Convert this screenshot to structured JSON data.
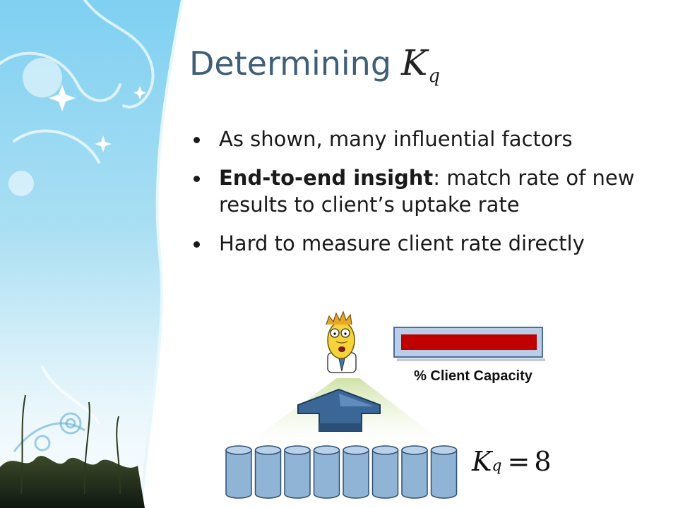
{
  "title": {
    "text": "Determining",
    "math_symbol": "K",
    "math_subscript": "q"
  },
  "bullets": [
    {
      "text": "As shown, many influential factors"
    },
    {
      "bold": "End-to-end insight",
      "text": ": match rate of new results to client’s uptake rate"
    },
    {
      "text": "Hard to measure client rate directly"
    }
  ],
  "figure": {
    "capacity_label": "% Client Capacity",
    "capacity_fraction": 1.0,
    "capacity_color": "#c00000",
    "kq_symbol": "K",
    "kq_subscript": "q",
    "kq_equals": "=",
    "kq_value": "8",
    "server_count": 8,
    "icons": [
      "scientist-icon",
      "arrow-up-icon",
      "database-icon"
    ]
  },
  "colors": {
    "title": "#3f5f78",
    "panel_sky": "#7ccbed",
    "server_fill": "#8fb4d6",
    "arrow_fill": "#3b6796"
  }
}
